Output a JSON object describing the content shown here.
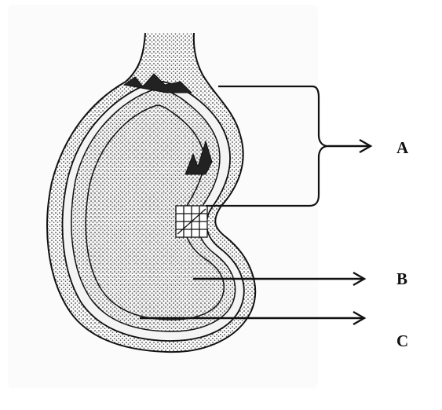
{
  "diagram": {
    "labels": {
      "a": "A",
      "b": "B",
      "c": "C"
    },
    "colors": {
      "ink": "#111111",
      "stipple": "#555555",
      "paper": "#ffffff"
    }
  }
}
